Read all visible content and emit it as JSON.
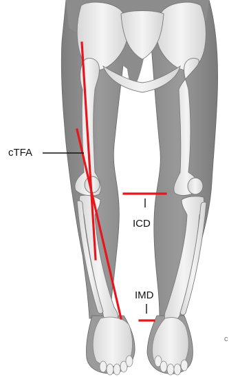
{
  "figure": {
    "labels": {
      "ctfa": "cTFA",
      "icd": "ICD",
      "imd": "IMD",
      "corner_text": "c"
    }
  },
  "colors": {
    "measurement_line": "#e8161c",
    "leader_line": "#111111",
    "skin": "#8f8f8f",
    "bone": "#eeeeee",
    "background": "#ffffff"
  }
}
